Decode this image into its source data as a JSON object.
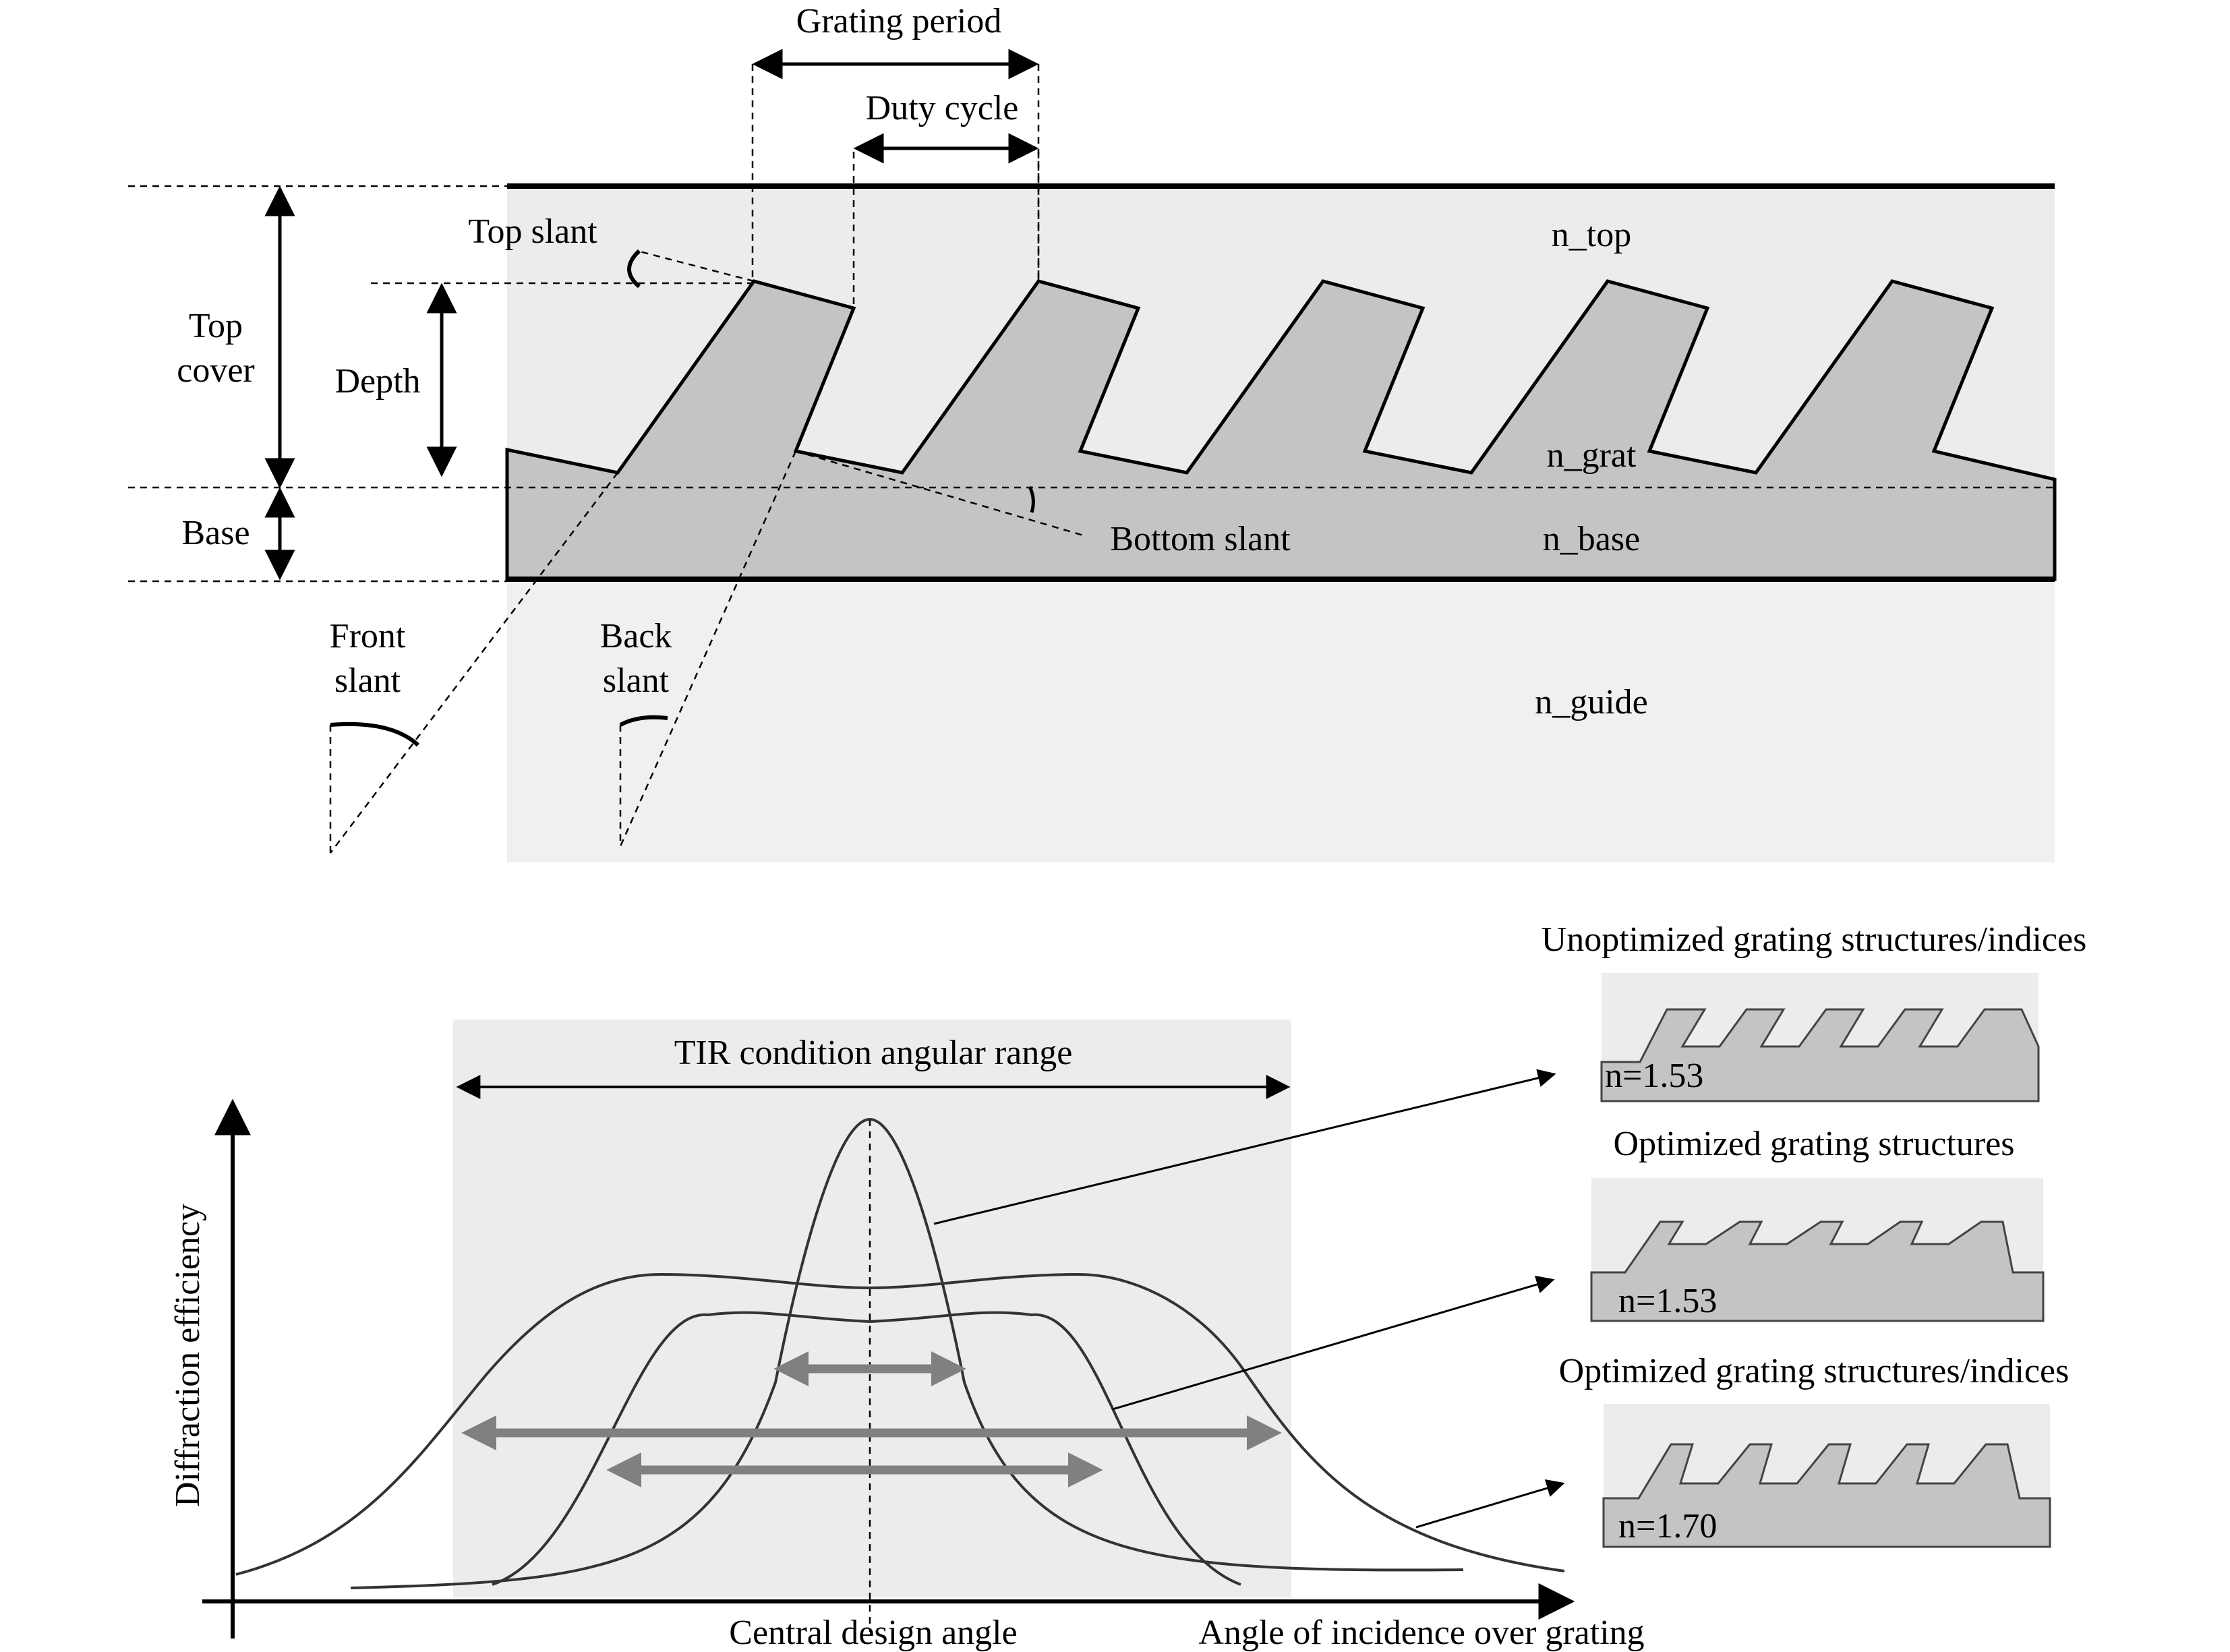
{
  "top_diagram": {
    "labels": {
      "grating_period": "Grating period",
      "duty_cycle": "Duty cycle",
      "top_slant": "Top slant",
      "top_cover_line1": "Top",
      "top_cover_line2": "cover",
      "depth": "Depth",
      "base": "Base",
      "bottom_slant": "Bottom slant",
      "front_slant_line1": "Front",
      "front_slant_line2": "slant",
      "back_slant_line1": "Back",
      "back_slant_line2": "slant"
    },
    "regions": {
      "n_top": "n_top",
      "n_grat": "n_grat",
      "n_base": "n_base",
      "n_guide": "n_guide"
    },
    "colors": {
      "cover": "#ececec",
      "grating": "#c4c4c4",
      "guide": "#f0f0f0"
    }
  },
  "bottom_diagram": {
    "labels": {
      "tir_range": "TIR condition angular range",
      "y_axis": "Diffraction efficiency",
      "center_angle": "Central design angle",
      "x_axis": "Angle of incidence over grating"
    },
    "insets": [
      {
        "title": "Unoptimized grating structures/indices",
        "index": "n=1.53"
      },
      {
        "title": "Optimized grating structures",
        "index": "n=1.53"
      },
      {
        "title": "Optimized grating structures/indices",
        "index": "n=1.70"
      }
    ],
    "colors": {
      "tir_box": "#ececec",
      "range_arrows": "#808080"
    }
  }
}
